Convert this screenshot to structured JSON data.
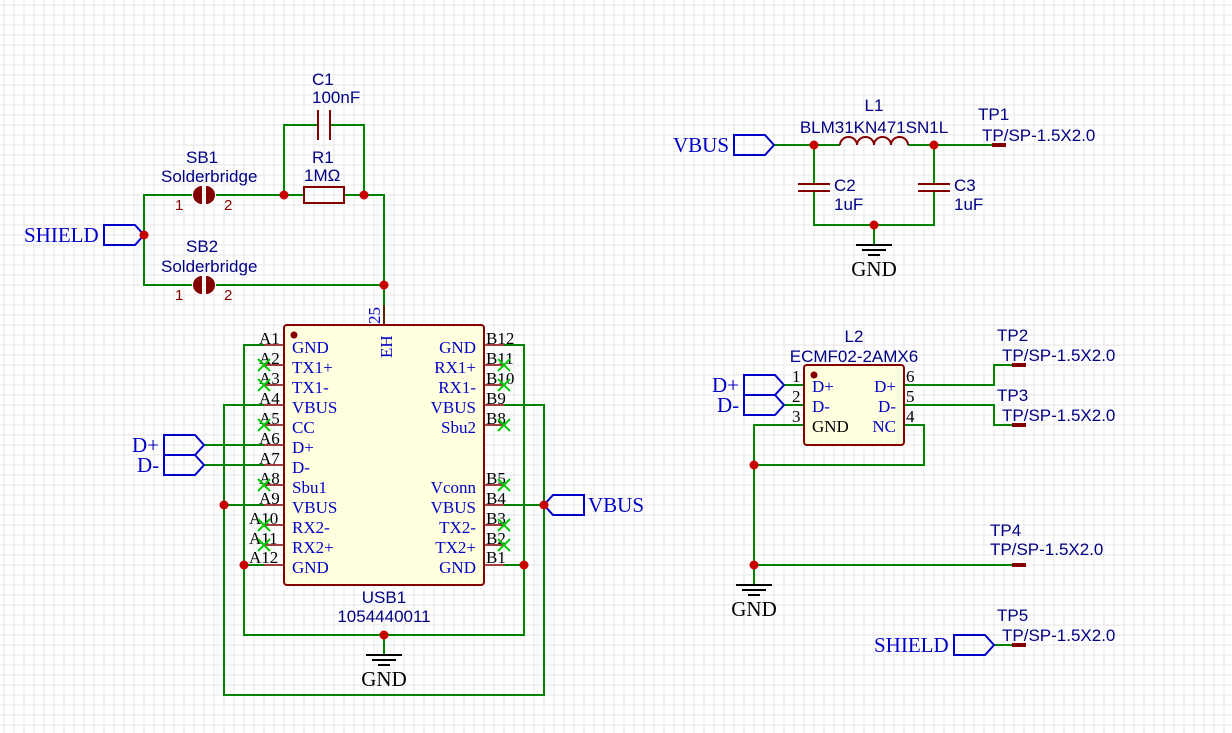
{
  "shield_bridge": {
    "c1_ref": "C1",
    "c1_value": "100nF",
    "r1_ref": "R1",
    "r1_value": "1MΩ",
    "sb1_ref": "SB1",
    "sb1_value": "Solderbridge",
    "sb2_ref": "SB2",
    "sb2_value": "Solderbridge",
    "pin1": "1",
    "pin2": "2",
    "shield_label": "SHIELD"
  },
  "usb": {
    "ref": "USB1",
    "value": "1054440011",
    "eh_pin_num": "25",
    "eh_pin_name": "EH",
    "left_pins": [
      {
        "num": "A1",
        "name": "GND"
      },
      {
        "num": "A2",
        "name": "TX1+"
      },
      {
        "num": "A3",
        "name": "TX1-"
      },
      {
        "num": "A4",
        "name": "VBUS"
      },
      {
        "num": "A5",
        "name": "CC"
      },
      {
        "num": "A6",
        "name": "D+"
      },
      {
        "num": "A7",
        "name": "D-"
      },
      {
        "num": "A8",
        "name": "Sbu1"
      },
      {
        "num": "A9",
        "name": "VBUS"
      },
      {
        "num": "A10",
        "name": "RX2-"
      },
      {
        "num": "A11",
        "name": "RX2+"
      },
      {
        "num": "A12",
        "name": "GND"
      }
    ],
    "right_pins": [
      {
        "num": "B12",
        "name": "GND"
      },
      {
        "num": "B11",
        "name": "RX1+"
      },
      {
        "num": "B10",
        "name": "RX1-"
      },
      {
        "num": "B9",
        "name": "VBUS"
      },
      {
        "num": "B8",
        "name": "Sbu2"
      },
      {
        "num": "B5",
        "name": "Vconn"
      },
      {
        "num": "B4",
        "name": "VBUS"
      },
      {
        "num": "B3",
        "name": "TX2-"
      },
      {
        "num": "B2",
        "name": "TX2+"
      },
      {
        "num": "B1",
        "name": "GND"
      }
    ],
    "dp_label": "D+",
    "dm_label": "D-",
    "vbus_label": "VBUS",
    "gnd_label": "GND"
  },
  "vbus_filter": {
    "vbus_label": "VBUS",
    "l1_ref": "L1",
    "l1_value": "BLM31KN471SN1L",
    "tp1_ref": "TP1",
    "tp1_value": "TP/SP-1.5X2.0",
    "c2_ref": "C2",
    "c2_value": "1uF",
    "c3_ref": "C3",
    "c3_value": "1uF",
    "gnd_label": "GND"
  },
  "esd": {
    "l2_ref": "L2",
    "l2_value": "ECMF02-2AMX6",
    "pins": {
      "p1": "1",
      "p2": "2",
      "p3": "3",
      "p4": "4",
      "p5": "5",
      "p6": "6",
      "n_dp_in": "D+",
      "n_dm_in": "D-",
      "n_gnd": "GND",
      "n_dp_out": "D+",
      "n_dm_out": "D-",
      "n_nc": "NC"
    },
    "dp_label": "D+",
    "dm_label": "D-",
    "tp2_ref": "TP2",
    "tp2_value": "TP/SP-1.5X2.0",
    "tp3_ref": "TP3",
    "tp3_value": "TP/SP-1.5X2.0",
    "tp4_ref": "TP4",
    "tp4_value": "TP/SP-1.5X2.0",
    "tp5_ref": "TP5",
    "tp5_value": "TP/SP-1.5X2.0",
    "gnd_label": "GND",
    "shield_label": "SHIELD"
  },
  "colors": {
    "wire": "#008400",
    "component": "#840000",
    "component_fill": "#ffffe0",
    "label": "#0000c8",
    "junction": "#c80000",
    "no_connect": "#00c800"
  }
}
